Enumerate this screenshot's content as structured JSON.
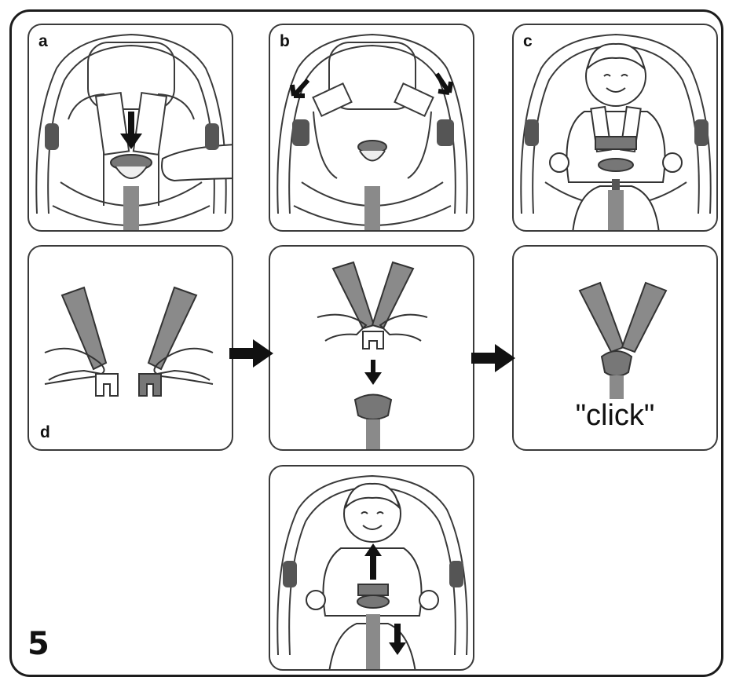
{
  "figure": {
    "step_number": "5",
    "panels": [
      {
        "id": "a",
        "label": "a"
      },
      {
        "id": "b",
        "label": "b"
      },
      {
        "id": "c",
        "label": "c"
      },
      {
        "id": "d",
        "label": "d"
      }
    ],
    "sound_label": "\"click\""
  },
  "colors": {
    "strap": "#8a8a8a",
    "strap_dark": "#555555",
    "line": "#3a3a3a",
    "frame": "#1c1c1c"
  },
  "icons": [
    "seat-icon",
    "child-icon",
    "hand-icon",
    "buckle-icon",
    "arrow-icon"
  ]
}
